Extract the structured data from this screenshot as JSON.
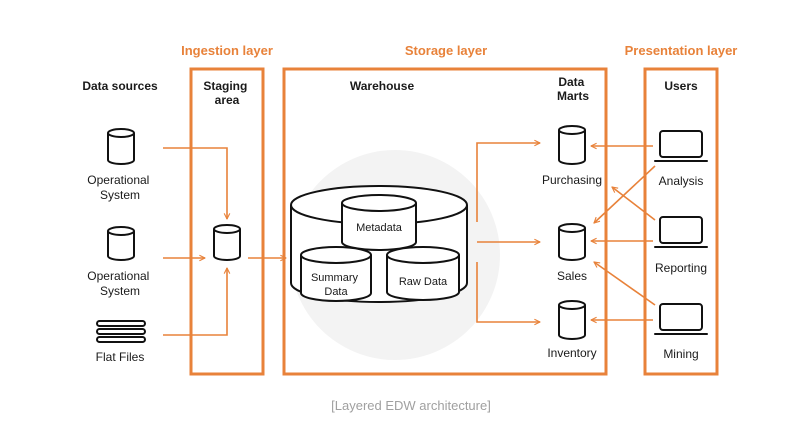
{
  "layers": {
    "ingestion": "Ingestion layer",
    "storage": "Storage layer",
    "presentation": "Presentation layer"
  },
  "columns": {
    "sources": "Data sources",
    "staging": [
      "Staging",
      "area"
    ],
    "warehouse": "Warehouse",
    "marts": [
      "Data",
      "Marts"
    ],
    "users": "Users"
  },
  "sources": [
    {
      "label": [
        "Operational",
        "System"
      ],
      "icon": "database-icon"
    },
    {
      "label": [
        "Operational",
        "System"
      ],
      "icon": "database-icon"
    },
    {
      "label": [
        "Flat Files"
      ],
      "icon": "flat-files-icon"
    }
  ],
  "warehouse_parts": {
    "metadata": "Metadata",
    "summary": [
      "Summary",
      "Data"
    ],
    "raw": "Raw Data"
  },
  "marts": [
    "Purchasing",
    "Sales",
    "Inventory"
  ],
  "users": [
    "Analysis",
    "Reporting",
    "Mining"
  ],
  "caption": "[Layered EDW architecture]",
  "colors": {
    "accent": "#e8823a",
    "ink": "#111111",
    "halo": "#f3f3f3",
    "caption": "#a0a0a0"
  }
}
